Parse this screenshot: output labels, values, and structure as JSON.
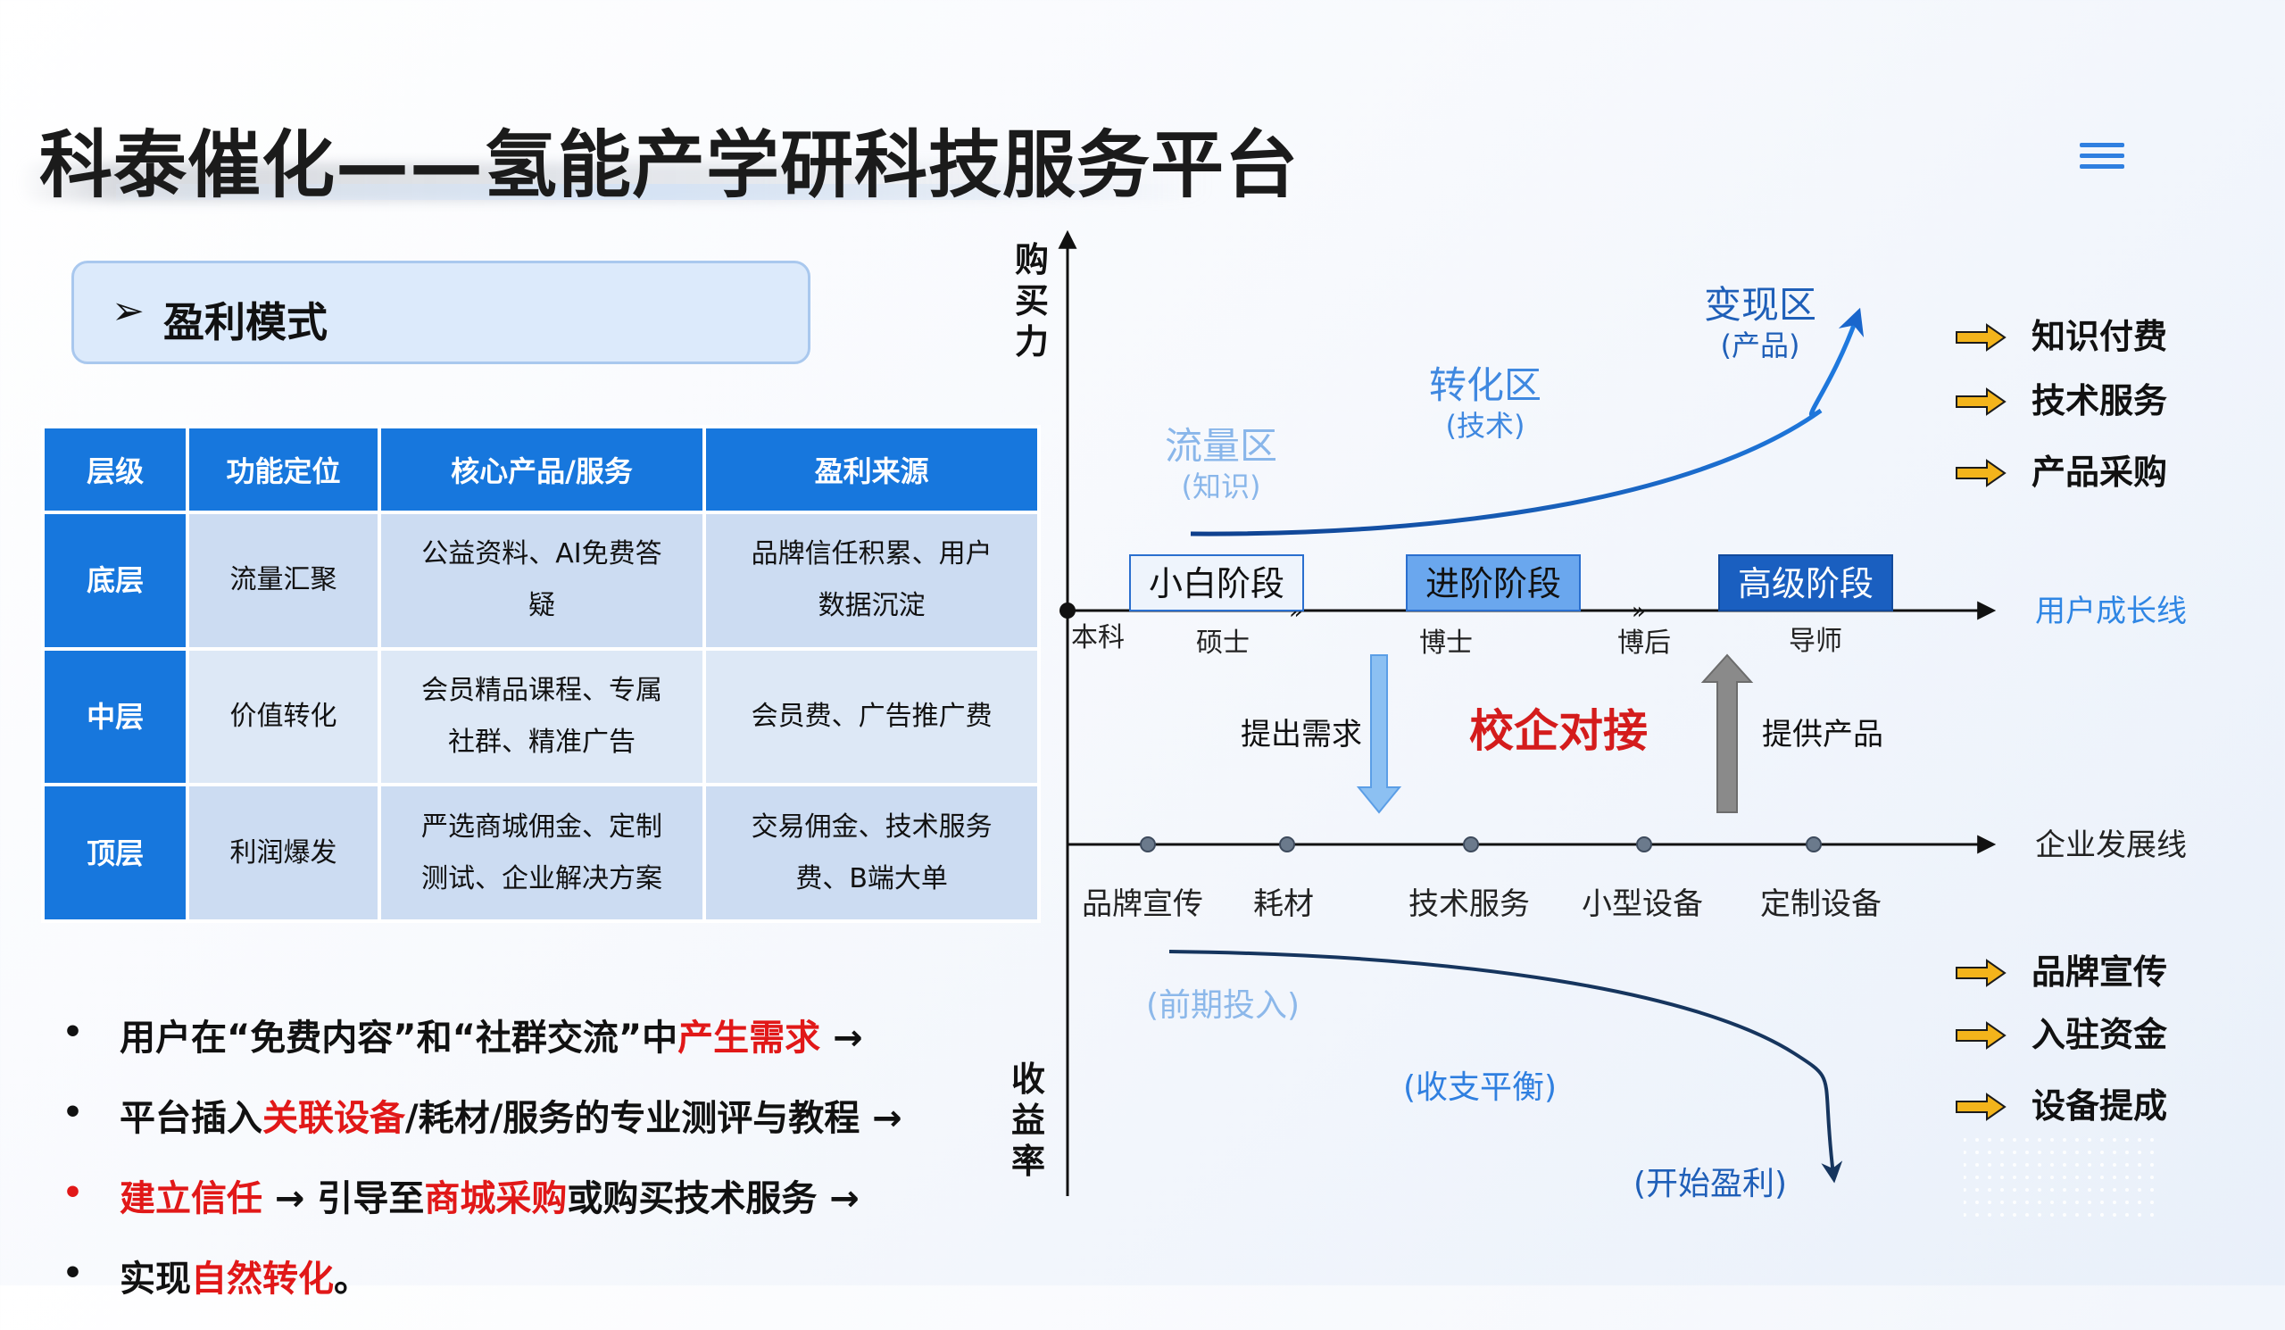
{
  "title": "科泰催化——氢能产学研科技服务平台",
  "section_heading": {
    "marker": "➢",
    "label": "盈利模式"
  },
  "table": {
    "headers": [
      "层级",
      "功能定位",
      "核心产品/服务",
      "盈利来源"
    ],
    "rows": [
      {
        "level": "底层",
        "role": "流量汇聚",
        "product_lines": [
          "公益资料、AI免费答",
          "疑"
        ],
        "revenue_lines": [
          "品牌信任积累、用户",
          "数据沉淀"
        ]
      },
      {
        "level": "中层",
        "role": "价值转化",
        "product_lines": [
          "会员精品课程、专属",
          "社群、精准广告"
        ],
        "revenue_lines": [
          "会员费、广告推广费"
        ]
      },
      {
        "level": "顶层",
        "role": "利润爆发",
        "product_lines": [
          "严选商城佣金、定制",
          "测试、企业解决方案"
        ],
        "revenue_lines": [
          "交易佣金、技术服务",
          "费、B端大单"
        ]
      }
    ]
  },
  "bullets": [
    {
      "dot_color": "#111111",
      "parts": [
        {
          "t": "用户在“免费内容”和“社群交流”中",
          "red": false
        },
        {
          "t": "产生需求",
          "red": true
        },
        {
          "t": " →",
          "red": false
        }
      ]
    },
    {
      "dot_color": "#111111",
      "parts": [
        {
          "t": "平台插入",
          "red": false
        },
        {
          "t": "关联设备",
          "red": true
        },
        {
          "t": "/耗材/服务的专业测评与教程 →",
          "red": false
        }
      ]
    },
    {
      "dot_color": "#e11818",
      "parts": [
        {
          "t": "建立信任",
          "red": true
        },
        {
          "t": " → 引导至",
          "red": false
        },
        {
          "t": "商城采购",
          "red": true
        },
        {
          "t": "或购买技术服务 →",
          "red": false
        }
      ]
    },
    {
      "dot_color": "#111111",
      "parts": [
        {
          "t": "实现",
          "red": false
        },
        {
          "t": "自然转化",
          "red": true
        },
        {
          "t": "。",
          "red": false
        }
      ]
    }
  ],
  "diagram": {
    "axis_top_label": [
      "购",
      "买",
      "力"
    ],
    "axis_bottom_label": [
      "收",
      "益",
      "率"
    ],
    "zones": [
      {
        "name": "流量区",
        "sub": "(知识)"
      },
      {
        "name": "转化区",
        "sub": "(技术)"
      },
      {
        "name": "变现区",
        "sub": "(产品)"
      }
    ],
    "stages": [
      "小白阶段",
      "进阶阶段",
      "高级阶段"
    ],
    "user_line_label": "用户成长线",
    "user_ticks": [
      "本科",
      "硕士",
      "博士",
      "博后",
      "导师"
    ],
    "center_label": "校企对接",
    "left_arrow_label": "提出需求",
    "right_arrow_label": "提供产品",
    "enterprise_line_label": "企业发展线",
    "enterprise_ticks": [
      "品牌宣传",
      "耗材",
      "技术服务",
      "小型设备",
      "定制设备"
    ],
    "lower_phases": [
      "(前期投入)",
      "(收支平衡)",
      "(开始盈利)"
    ],
    "right_top_items": [
      "知识付费",
      "技术服务",
      "产品采购"
    ],
    "right_bottom_items": [
      "品牌宣传",
      "入驻资金",
      "设备提成"
    ]
  }
}
